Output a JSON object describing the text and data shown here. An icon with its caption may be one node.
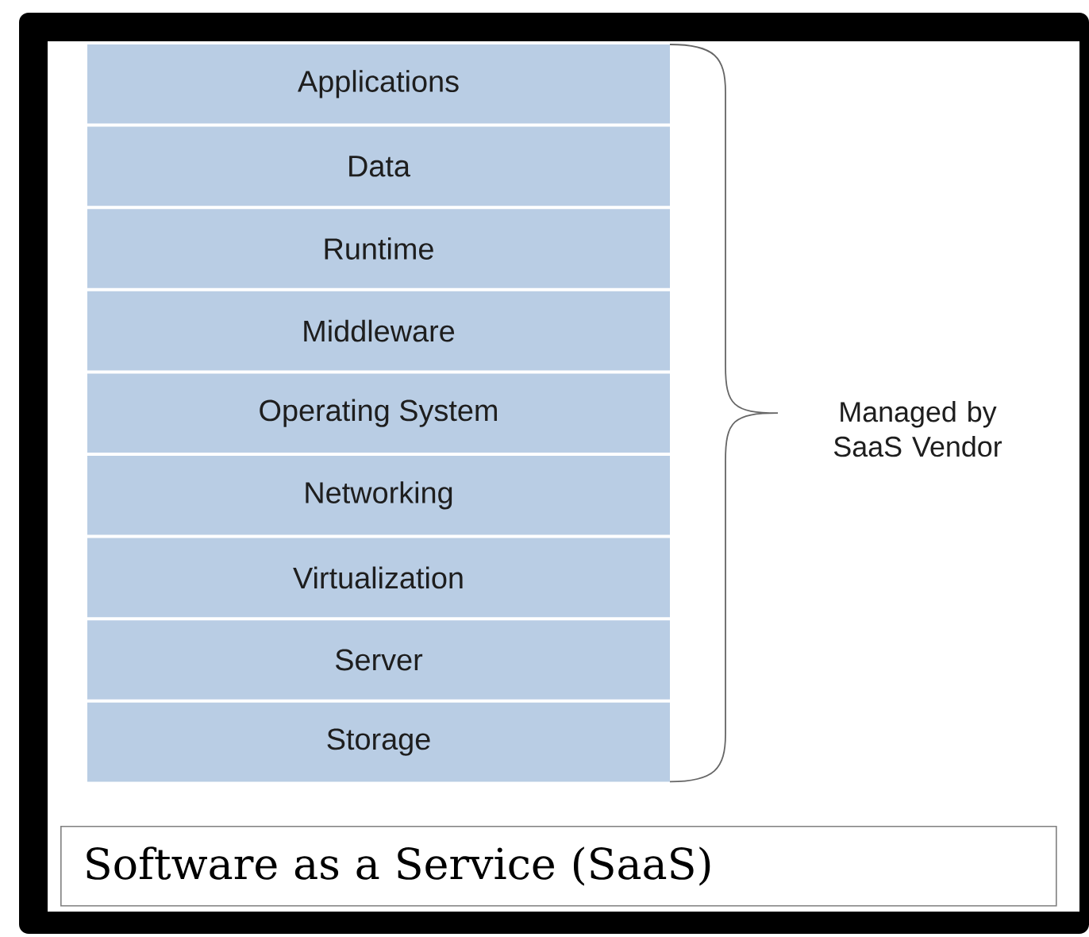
{
  "diagram": {
    "title": "Software as a Service (SaaS)",
    "nodes": [
      {
        "text": [
          "Applications"
        ]
      },
      {
        "text": [
          "Data"
        ]
      },
      {
        "text": [
          "Runtime"
        ]
      },
      {
        "text": [
          "Middleware"
        ]
      },
      {
        "text": [
          "Operating System"
        ]
      },
      {
        "text": [
          "Networking"
        ]
      },
      {
        "text": [
          "Virtualization"
        ]
      },
      {
        "text": [
          "Server"
        ]
      },
      {
        "text": [
          "Storage"
        ]
      }
    ],
    "labels": [
      "Managed by SaaS Vendor"
    ]
  }
}
